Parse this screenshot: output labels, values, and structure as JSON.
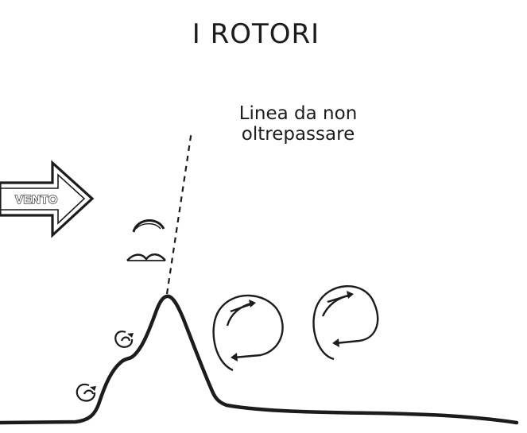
{
  "title": "I ROTORI",
  "line_label": [
    "Linea da non",
    "oltrepassare"
  ],
  "wind_label": "VENTO",
  "colors": {
    "ink": "#1c1c1c",
    "background": "#ffffff"
  },
  "icons": [
    "wind-arrow",
    "glider",
    "small-rotor",
    "rotor-swirl"
  ]
}
